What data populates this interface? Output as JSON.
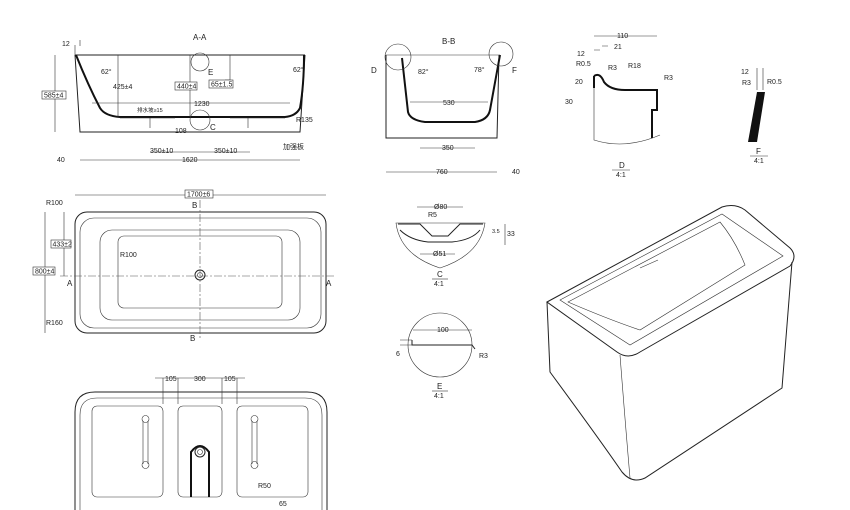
{
  "section_aa": {
    "title": "A-A",
    "rim_thickness": "12",
    "height": "585±4",
    "angle_left": "62°",
    "angle_right": "62°",
    "depth_inner": "425±4",
    "depth_center": "440±4",
    "detail_e_tag": "E",
    "overflow_depth": "65±1.5",
    "inner_length": "1230",
    "slope_note": "排水坡≥15",
    "drain_height": "108",
    "detail_c_tag": "C",
    "radius": "R135",
    "foot_left": "350±10",
    "foot_right": "350±10",
    "reinforce_note": "加强板",
    "base_offset": "40",
    "base_length": "1620"
  },
  "section_bb": {
    "title": "B-B",
    "detail_d_tag": "D",
    "detail_f_tag": "F",
    "angle_left": "82°",
    "angle_right": "78°",
    "inner_width": "530",
    "foot_span": "350",
    "base_width": "760",
    "base_offset": "40"
  },
  "detail_d": {
    "width": "110",
    "rim": "12",
    "offset": "21",
    "r_small": "R0.5",
    "r_a": "R3",
    "r_b": "R18",
    "r_c": "R3",
    "h1": "20",
    "h2": "30",
    "label": "D",
    "scale": "4:1"
  },
  "detail_f": {
    "rim": "12",
    "r_a": "R3",
    "r_b": "R0.5",
    "label": "F",
    "scale": "4:1"
  },
  "plan_view": {
    "length": "1700±6",
    "corner_top": "R100",
    "section_b_top": "B",
    "section_b_bottom": "B",
    "half_width": "433±2",
    "width": "800±4",
    "section_a_left": "A",
    "section_a_right": "A",
    "inner_radius": "R100",
    "corner_bottom": "R160"
  },
  "detail_c": {
    "drain_dia": "Ø80",
    "radius": "R5",
    "step": "3.5",
    "depth": "33",
    "inner_dia": "Ø51",
    "label": "C",
    "scale": "4:1"
  },
  "detail_e": {
    "width": "100",
    "depth": "6",
    "radius": "R3",
    "label": "E",
    "scale": "4:1"
  },
  "bottom_view": {
    "gap_left": "105",
    "center": "300",
    "gap_right": "105",
    "radius": "R50",
    "edge": "65"
  }
}
